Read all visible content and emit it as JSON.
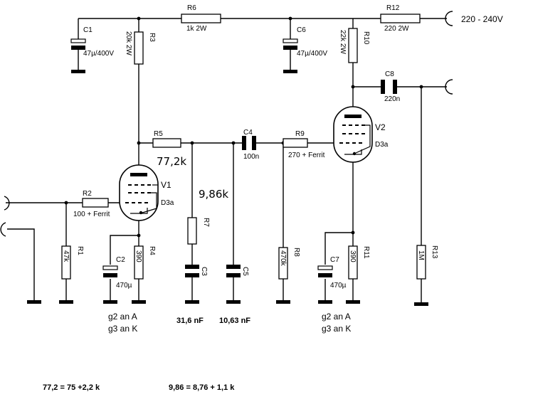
{
  "supply": {
    "voltage": "220 - 240V"
  },
  "tubes": [
    {
      "id": "V1",
      "type": "D3a"
    },
    {
      "id": "V2",
      "type": "D3a"
    }
  ],
  "resistors": [
    {
      "id": "R1",
      "value": "47k"
    },
    {
      "id": "R2",
      "value": "100 + Ferrit"
    },
    {
      "id": "R3",
      "value": "20k 2W"
    },
    {
      "id": "R4",
      "value": "390"
    },
    {
      "id": "R5",
      "value": ""
    },
    {
      "id": "R6",
      "value": "1k  2W"
    },
    {
      "id": "R7",
      "value": ""
    },
    {
      "id": "R8",
      "value": "470k"
    },
    {
      "id": "R9",
      "value": "270 + Ferrit"
    },
    {
      "id": "R10",
      "value": "22k 2W"
    },
    {
      "id": "R11",
      "value": "390"
    },
    {
      "id": "R12",
      "value": "220  2W"
    },
    {
      "id": "R13",
      "value": "1M"
    }
  ],
  "capacitors": [
    {
      "id": "C1",
      "value": "47µ/400V"
    },
    {
      "id": "C2",
      "value": "470µ"
    },
    {
      "id": "C3",
      "value": ""
    },
    {
      "id": "C4",
      "value": "100n"
    },
    {
      "id": "C5",
      "value": ""
    },
    {
      "id": "C6",
      "value": "47µ/400V"
    },
    {
      "id": "C7",
      "value": "470µ"
    },
    {
      "id": "C8",
      "value": "220n"
    }
  ],
  "annotations": {
    "r5_value": "77,2k",
    "r7_value": "9,86k",
    "c3_value": "31,6 nF",
    "c5_value": "10,63 nF",
    "v1_grid_a": "g2 an A",
    "v1_grid_k": "g3 an K",
    "v2_grid_a": "g2 an A",
    "v2_grid_k": "g3 an K",
    "formula_r5": "77,2 = 75 +2,2 k",
    "formula_r7": "9,86 = 8,76 + 1,1 k"
  }
}
